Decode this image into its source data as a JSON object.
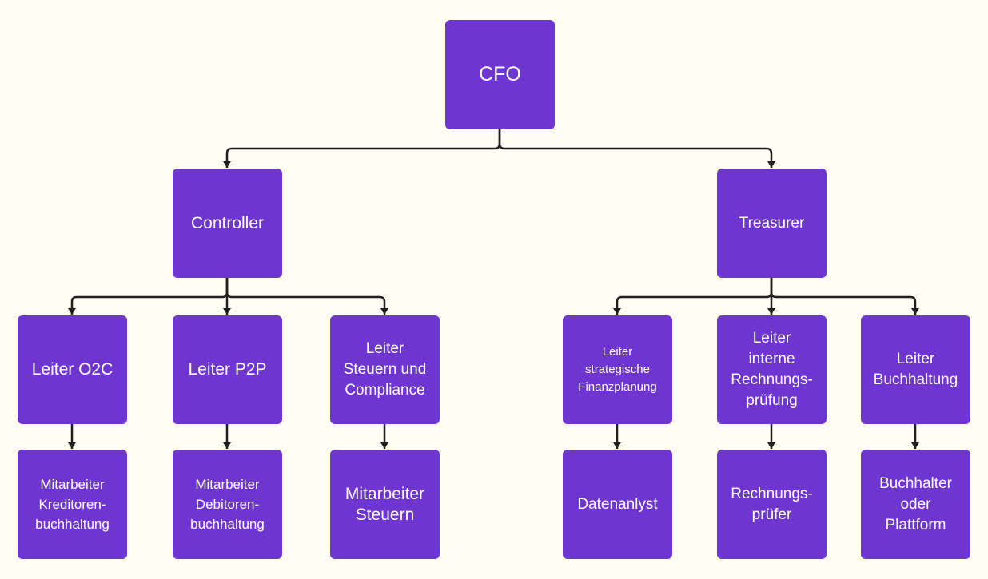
{
  "colors": {
    "background": "#fffcf4",
    "box_fill": "#6f35d1",
    "box_text": "#ffffff",
    "connector": "#1f1f1f"
  },
  "nodes": {
    "cfo": "CFO",
    "controller": "Controller",
    "treasurer": "Treasurer",
    "leiter_o2c": "Leiter O2C",
    "leiter_p2p": "Leiter P2P",
    "leiter_steuern": "Leiter\nSteuern und\nCompliance",
    "leiter_finanzplanung": "Leiter\nstrategische\nFinanzplanung",
    "leiter_revision": "Leiter\ninterne\nRechnungs-\nprüfung",
    "leiter_buchhaltung": "Leiter\nBuchhaltung",
    "ma_kreditoren": "Mitarbeiter\nKreditoren-\nbuchhaltung",
    "ma_debitoren": "Mitarbeiter\nDebitoren-\nbuchhaltung",
    "ma_steuern": "Mitarbeiter\nSteuern",
    "datenanalyst": "Datenanlyst",
    "rechnungspruefer": "Rechnungs-\nprüfer",
    "buchhalter": "Buchhalter\noder\nPlattform"
  }
}
